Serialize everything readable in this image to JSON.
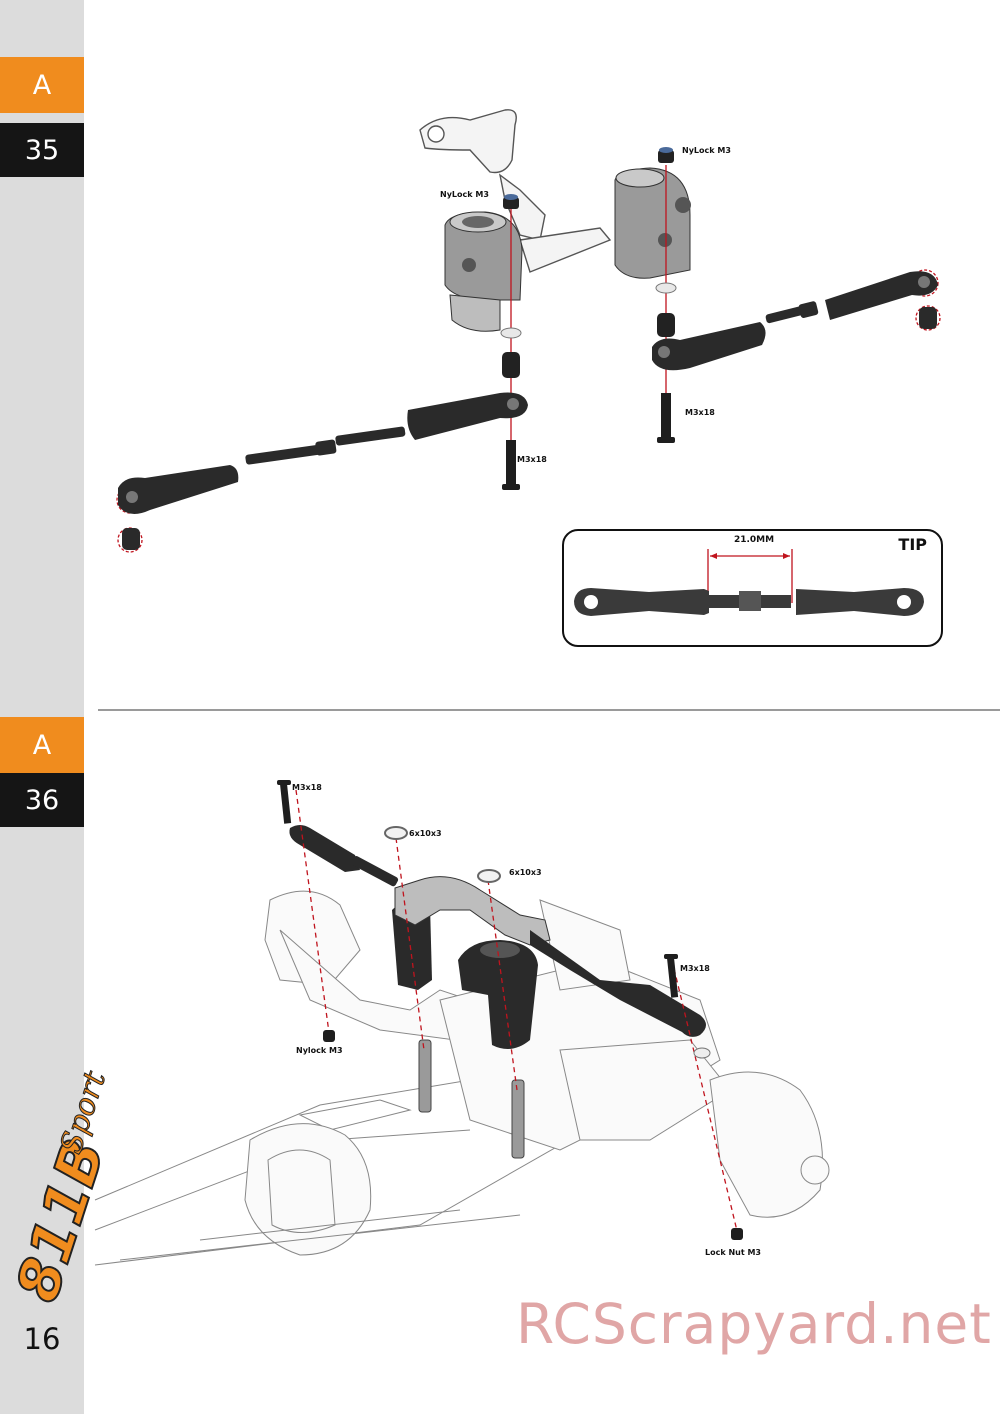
{
  "steps": [
    {
      "section": "A",
      "number": "35"
    },
    {
      "section": "A",
      "number": "36"
    }
  ],
  "step35": {
    "labels": {
      "nylock_left": "NyLock M3",
      "nylock_right": "NyLock M3",
      "screw_left": "M3x18",
      "screw_right": "M3x18"
    },
    "tip": {
      "title": "TIP",
      "dimension": "21.0MM"
    }
  },
  "step36": {
    "labels": {
      "screw_left": "M3x18",
      "washer_1": "6x10x3",
      "washer_2": "6x10x3",
      "screw_right": "M3x18",
      "nylock": "Nylock M3",
      "locknut": "Lock Nut M3"
    }
  },
  "page_number": "16",
  "logo_text": "811B Sport",
  "watermark": "RCScrapyard.net",
  "colors": {
    "accent": "#f08c1e",
    "dark": "#151515",
    "sidebar": "#dcdcdc",
    "leader": "#c0141e"
  }
}
